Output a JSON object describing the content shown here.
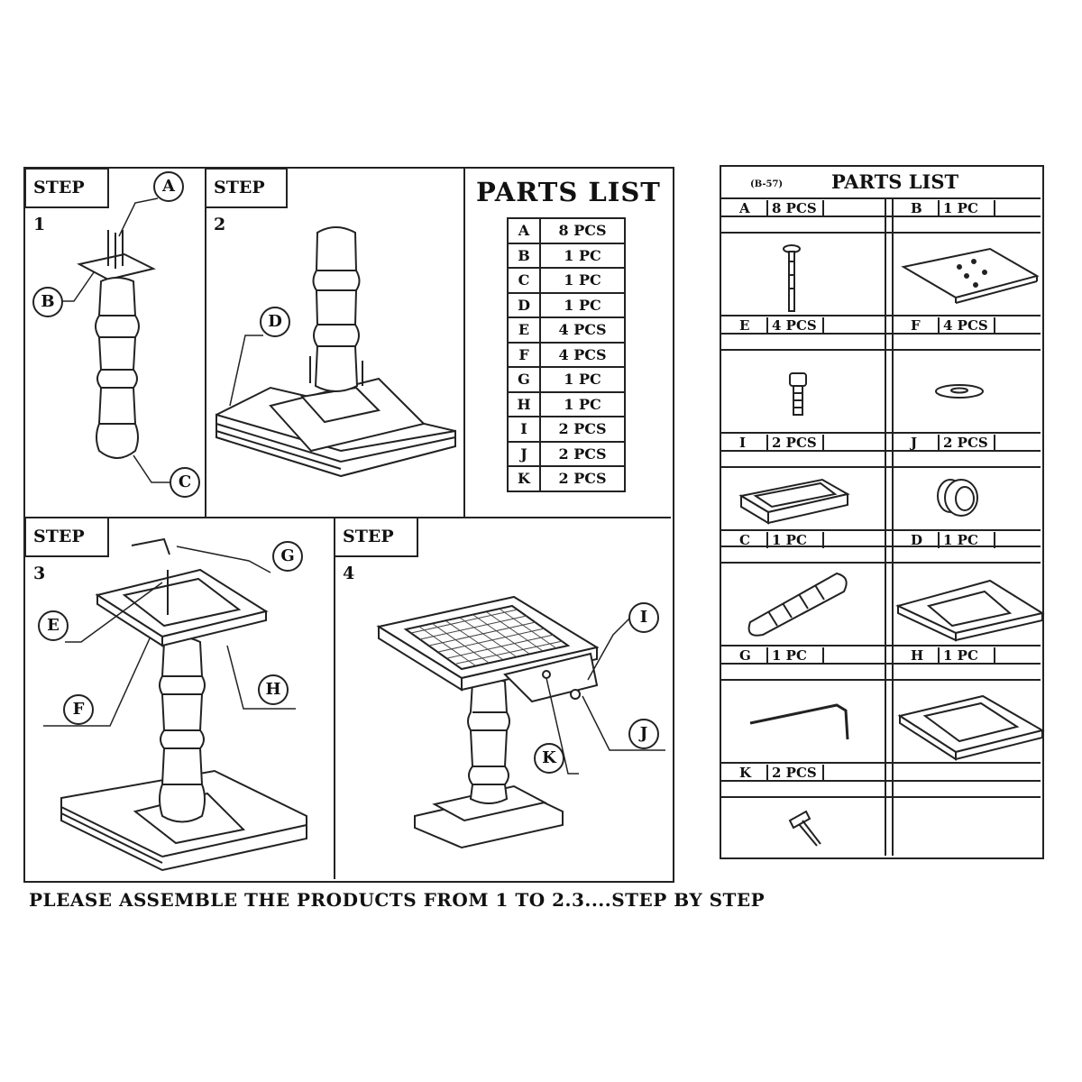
{
  "steps": [
    {
      "label": "STEP 1",
      "callouts": [
        "A",
        "B",
        "C"
      ]
    },
    {
      "label": "STEP 2",
      "callouts": [
        "D"
      ]
    },
    {
      "label": "STEP 3",
      "callouts": [
        "G",
        "E",
        "H",
        "F"
      ]
    },
    {
      "label": "STEP 4",
      "callouts": [
        "I",
        "J",
        "K"
      ]
    }
  ],
  "parts_list": {
    "title": "PARTS LIST",
    "rows": [
      {
        "part": "A",
        "qty": "8 PCS"
      },
      {
        "part": "B",
        "qty": "1 PC"
      },
      {
        "part": "C",
        "qty": "1 PC"
      },
      {
        "part": "D",
        "qty": "1 PC"
      },
      {
        "part": "E",
        "qty": "4 PCS"
      },
      {
        "part": "F",
        "qty": "4 PCS"
      },
      {
        "part": "G",
        "qty": "1 PC"
      },
      {
        "part": "H",
        "qty": "1 PC"
      },
      {
        "part": "I",
        "qty": "2 PCS"
      },
      {
        "part": "J",
        "qty": "2 PCS"
      },
      {
        "part": "K",
        "qty": "2 PCS"
      }
    ]
  },
  "footer": "PLEASE ASSEMBLE THE PRODUCTS FROM 1 TO 2.3....STEP BY STEP",
  "right_panel": {
    "code": "(B-57)",
    "title": "PARTS LIST",
    "cells": [
      {
        "part": "A",
        "qty": "8 PCS",
        "icon": "bolt-icon"
      },
      {
        "part": "B",
        "qty": "1 PC",
        "icon": "mounting-plate-icon"
      },
      {
        "part": "E",
        "qty": "4 PCS",
        "icon": "short-bolt-icon"
      },
      {
        "part": "F",
        "qty": "4 PCS",
        "icon": "washer-icon"
      },
      {
        "part": "I",
        "qty": "2 PCS",
        "icon": "drawer-icon"
      },
      {
        "part": "J",
        "qty": "2 PCS",
        "icon": "knob-icon"
      },
      {
        "part": "C",
        "qty": "1 PC",
        "icon": "turned-column-icon"
      },
      {
        "part": "D",
        "qty": "1 PC",
        "icon": "base-frame-icon"
      },
      {
        "part": "G",
        "qty": "1 PC",
        "icon": "allen-key-icon"
      },
      {
        "part": "H",
        "qty": "1 PC",
        "icon": "top-frame-icon"
      },
      {
        "part": "K",
        "qty": "2 PCS",
        "icon": "screw-icon"
      }
    ]
  }
}
